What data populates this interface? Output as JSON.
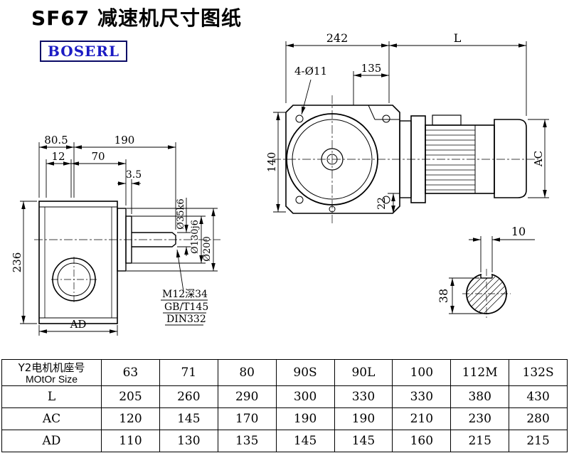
{
  "title": "SF67 减速机尺寸图纸",
  "brand": "BOSERL",
  "colors": {
    "line": "#000000",
    "brand_text": "#1b1bc4",
    "brand_border": "#0a0a66"
  },
  "dims": {
    "side": {
      "w1": "80.5",
      "w2": "190",
      "w3": "12",
      "w4": "70",
      "w5": "3.5",
      "h1": "236",
      "ad": "AD",
      "shaft_dia": "Ø35k6",
      "spigot_dia": "Ø130j6",
      "flange_dia": "Ø200",
      "note1": "M12深34",
      "note2": "GB/T145",
      "note3": "DIN332"
    },
    "front": {
      "w1": "242",
      "w2": "L",
      "holes": "4-Ø11",
      "w3": "135",
      "h1": "140",
      "h2": "22",
      "ac": "AC"
    },
    "shaft": {
      "key_w": "10",
      "key_h": "38"
    }
  },
  "table": {
    "row_header_line1": "Y2电机机座号",
    "row_header_line2": "MOtOr Size",
    "sizes": [
      "63",
      "71",
      "80",
      "90S",
      "90L",
      "100",
      "112M",
      "132S"
    ],
    "rows": [
      {
        "label": "L",
        "values": [
          "205",
          "260",
          "290",
          "300",
          "330",
          "330",
          "380",
          "430"
        ]
      },
      {
        "label": "AC",
        "values": [
          "120",
          "145",
          "170",
          "190",
          "190",
          "210",
          "230",
          "280"
        ]
      },
      {
        "label": "AD",
        "values": [
          "110",
          "130",
          "135",
          "145",
          "145",
          "160",
          "215",
          "215"
        ]
      }
    ]
  }
}
